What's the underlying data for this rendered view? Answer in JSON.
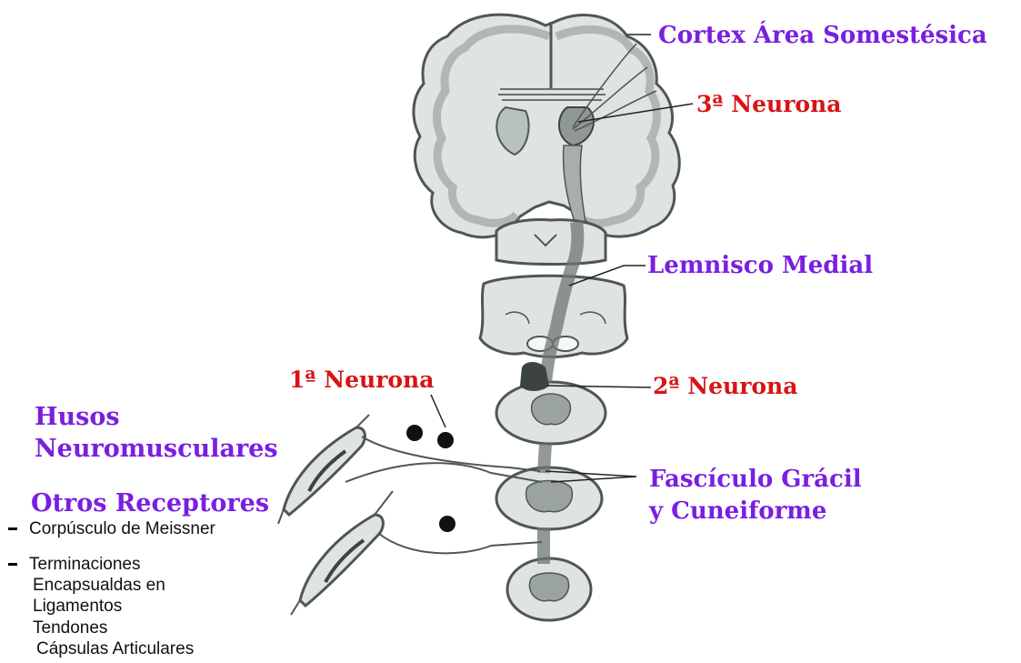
{
  "colors": {
    "label_purple": "#7a1fe0",
    "label_red": "#d81414",
    "tissue_fill": "#c9cfcf",
    "tissue_stroke": "#5a6060"
  },
  "labels": {
    "cortex": "Cortex Área Somestésica",
    "neuron3": "3ª Neurona",
    "lemnisco": "Lemnisco Medial",
    "neuron1": "1ª Neurona",
    "neuron2": "2ª Neurona",
    "husos_line1": "Husos",
    "husos_line2": "Neuromusculares",
    "fasciculo_line1": "Fascículo Grácil",
    "fasciculo_line2": "y Cuneiforme",
    "otros": "Otros Receptores"
  },
  "receptor_list": {
    "item1": "Corpúsculo de Meissner",
    "item2_line1": "Terminaciones",
    "item2_line2": "Encapsualdas en",
    "item2_line3": "Ligamentos",
    "item2_line4": "Tendones",
    "item2_line5": "Cápsulas Articulares"
  }
}
